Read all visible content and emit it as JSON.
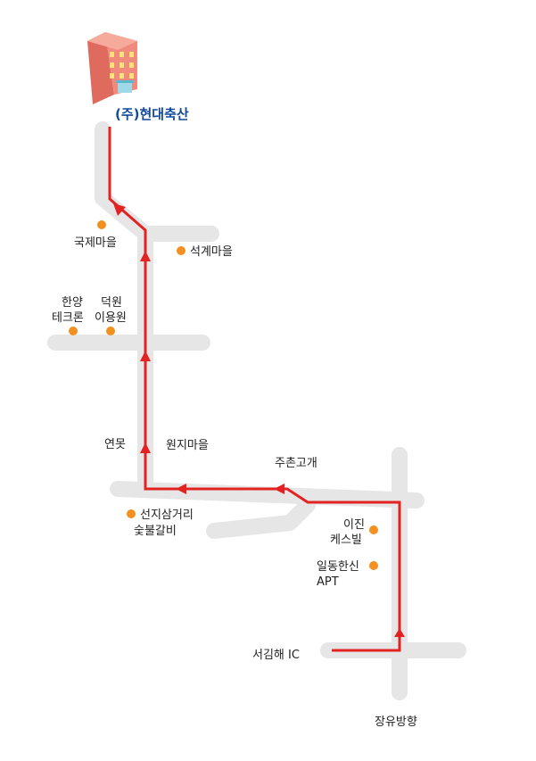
{
  "destination": {
    "name": "(주)현대축산",
    "color": "#114a9a"
  },
  "labels": {
    "gukje": "국제마을",
    "seokgye": "석계마을",
    "hanyang_1": "한양",
    "hanyang_2": "테크론",
    "deokwon_1": "덕원",
    "deokwon_2": "이용원",
    "yeonmot": "연못",
    "wonji": "원지마을",
    "juchon": "주촌고개",
    "seonji_1": "선지삼거리",
    "seonji_2": "숯불갈비",
    "ijin_1": "이진",
    "ijin_2": "케스빌",
    "ildong_1": "일동한신",
    "ildong_2": "APT",
    "seogimhae": "서김해 IC",
    "jangyu": "장유방향"
  },
  "colors": {
    "route": "#e32222",
    "road": "#e6e6e6",
    "landmark": "#f3901f",
    "building": "#f08a7c"
  },
  "icons": {
    "destination": "building-icon",
    "landmark": "landmark-dot-icon",
    "direction": "arrow-up-icon"
  }
}
